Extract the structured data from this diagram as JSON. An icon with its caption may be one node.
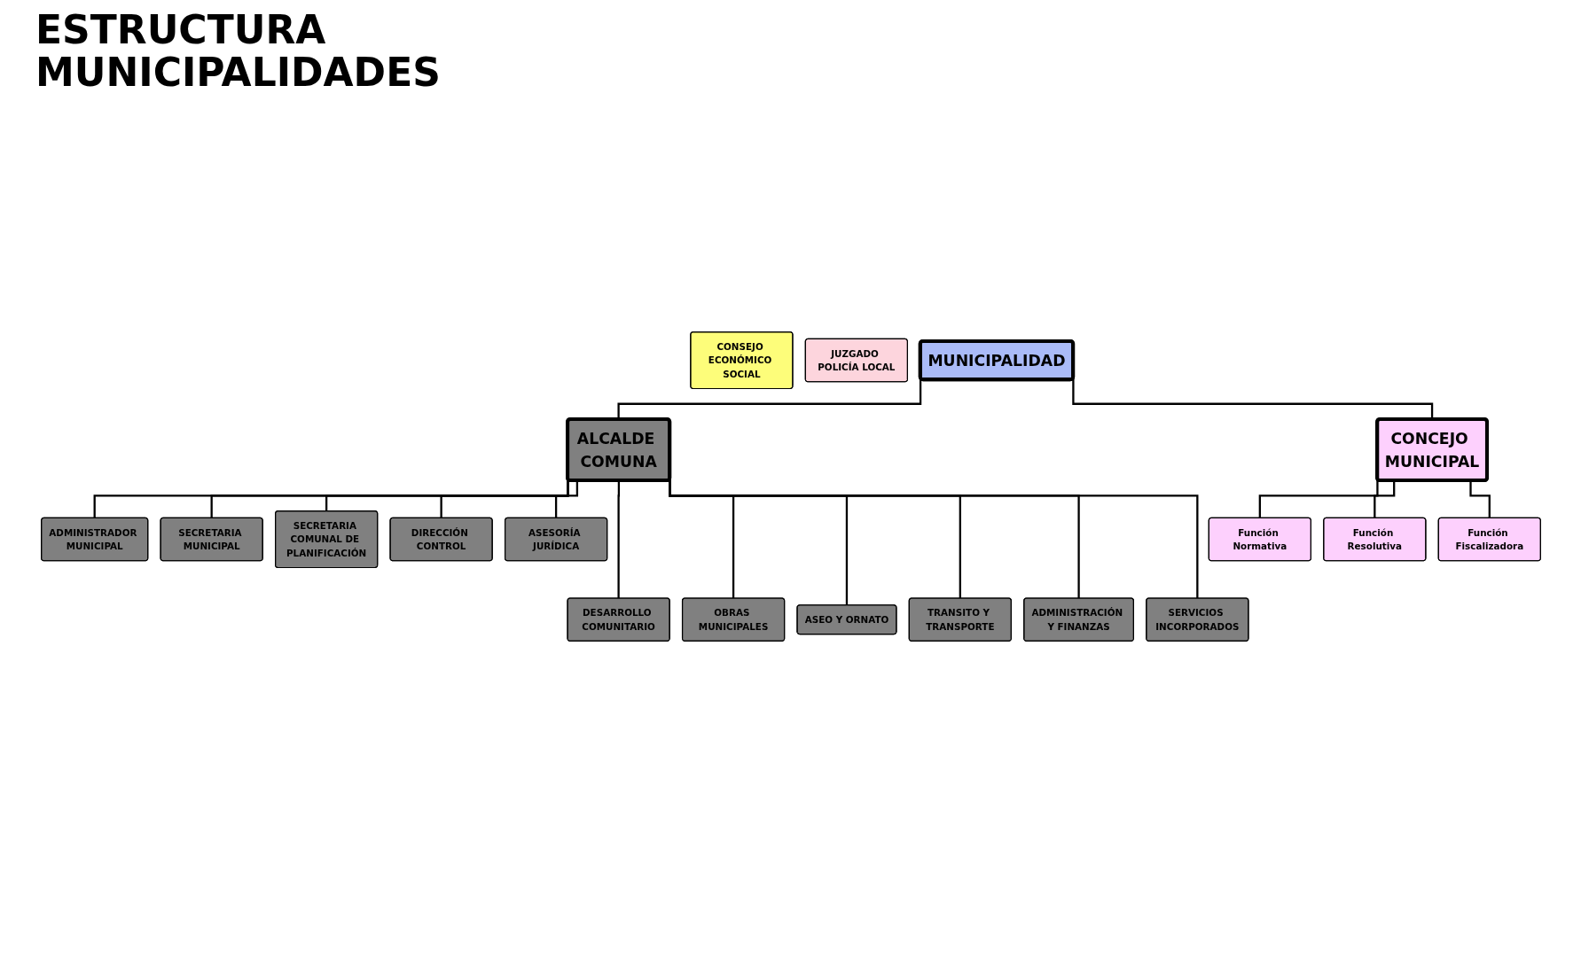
{
  "diagram": {
    "title": "ESTRUCTURA MUNICIPALIDADES",
    "nodes": [
      {
        "text": [
          "MUNICIPALIDAD"
        ]
      },
      {
        "text": [
          "ALCALDE COMUNA"
        ]
      },
      {
        "text": [
          "CONCEJO MUNICIPAL"
        ]
      },
      {
        "text": [
          "CONSEJO ECONÓMICO SOCIAL"
        ]
      },
      {
        "text": [
          "JUZGADO POLICÍA LOCAL"
        ]
      },
      {
        "text": [
          "ADMINISTRADOR MUNICIPAL"
        ]
      },
      {
        "text": [
          "SECRETARIA MUNICIPAL"
        ]
      },
      {
        "text": [
          "SECRETARIA COMUNAL DE PLANIFICACIÓN"
        ]
      },
      {
        "text": [
          "DIRECCIÓN CONTROL"
        ]
      },
      {
        "text": [
          "ASESORÍA JURÍDICA"
        ]
      },
      {
        "text": [
          "Función Normativa"
        ]
      },
      {
        "text": [
          "Función Resolutiva"
        ]
      },
      {
        "text": [
          "Función Fiscalizadora"
        ]
      },
      {
        "text": [
          "DESARROLLO COMUNITARIO"
        ]
      },
      {
        "text": [
          "OBRAS MUNICIPALES"
        ]
      },
      {
        "text": [
          "ASEO Y ORNATO"
        ]
      },
      {
        "text": [
          "TRANSITO Y TRANSPORTE"
        ]
      },
      {
        "text": [
          "ADMINISTRACIÓN Y FINANZAS"
        ]
      },
      {
        "text": [
          "SERVICIOS INCORPORADOS"
        ]
      }
    ],
    "edges": [
      {
        "from": 0,
        "to": 1,
        "arrow": "none"
      },
      {
        "from": 0,
        "to": 2,
        "arrow": "none"
      },
      {
        "from": 1,
        "to": 5,
        "arrow": "none"
      },
      {
        "from": 1,
        "to": 6,
        "arrow": "none"
      },
      {
        "from": 1,
        "to": 7,
        "arrow": "none"
      },
      {
        "from": 1,
        "to": 8,
        "arrow": "none"
      },
      {
        "from": 1,
        "to": 9,
        "arrow": "none"
      },
      {
        "from": 2,
        "to": 10,
        "arrow": "none"
      },
      {
        "from": 2,
        "to": 11,
        "arrow": "none"
      },
      {
        "from": 2,
        "to": 12,
        "arrow": "none"
      },
      {
        "from": 1,
        "to": 13,
        "arrow": "none"
      },
      {
        "from": 1,
        "to": 14,
        "arrow": "none"
      },
      {
        "from": 1,
        "to": 15,
        "arrow": "none"
      },
      {
        "from": 1,
        "to": 16,
        "arrow": "none"
      },
      {
        "from": 1,
        "to": 17,
        "arrow": "none"
      },
      {
        "from": 1,
        "to": 18,
        "arrow": "none"
      }
    ]
  }
}
